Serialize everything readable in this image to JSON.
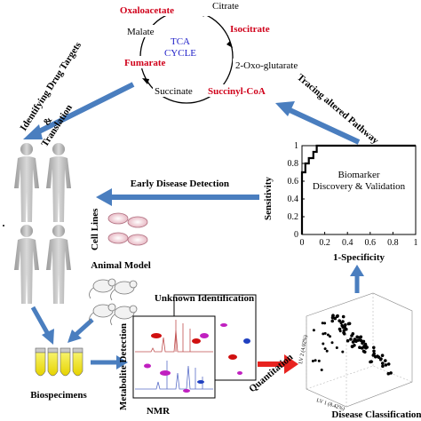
{
  "tca": {
    "title_line1": "TCA",
    "title_line2": "CYCLE",
    "metabolites": {
      "citrate": "Citrate",
      "isocitrate": "Isocitrate",
      "oxoglutarate": "2-Oxo-glutarate",
      "succinyl_coa": "Succinyl-CoA",
      "succinate": "Succinate",
      "fumarate": "Fumarate",
      "malate": "Malate",
      "oxaloacetate": "Oxaloacetate"
    },
    "altered_color": "#d0021b",
    "normal_color": "#000000",
    "title_color": "#1f1fc8"
  },
  "arrows": {
    "identifying_line1": "Identifying Drug Targets",
    "identifying_line2": "&",
    "identifying_line3": "Translation",
    "tracing": "Tracing altered Pathway",
    "early_detection": "Early Disease Detection",
    "quantitation": "Quantitation",
    "flow_color": "#4a7ebf",
    "quant_color": "#e8231f"
  },
  "roc": {
    "box_label_line1": "Biomarker",
    "box_label_line2": "Discovery & Validation",
    "ylabel": "Sensitivity",
    "xlabel": "1-Specificity",
    "y_ticks": [
      "1",
      "0.8",
      "0.6",
      "0.4",
      "0.2",
      "0"
    ],
    "x_ticks": [
      "0",
      "0.2",
      "0.4",
      "0.6",
      "0.8",
      "1"
    ]
  },
  "models": {
    "cell_lines": "Cell Lines",
    "animal_model": "Animal Model",
    "biospecimens": "Biospecimens"
  },
  "nmr": {
    "unknown_identification": "Unknown Identification",
    "metabolite_detection": "Metabolite Detection",
    "nmr_label": "NMR"
  },
  "scatter3d": {
    "label": "Disease Classification",
    "ylabel": "LV 2 (4.02%)",
    "xlabel": "LV 1 (8.42%)"
  }
}
